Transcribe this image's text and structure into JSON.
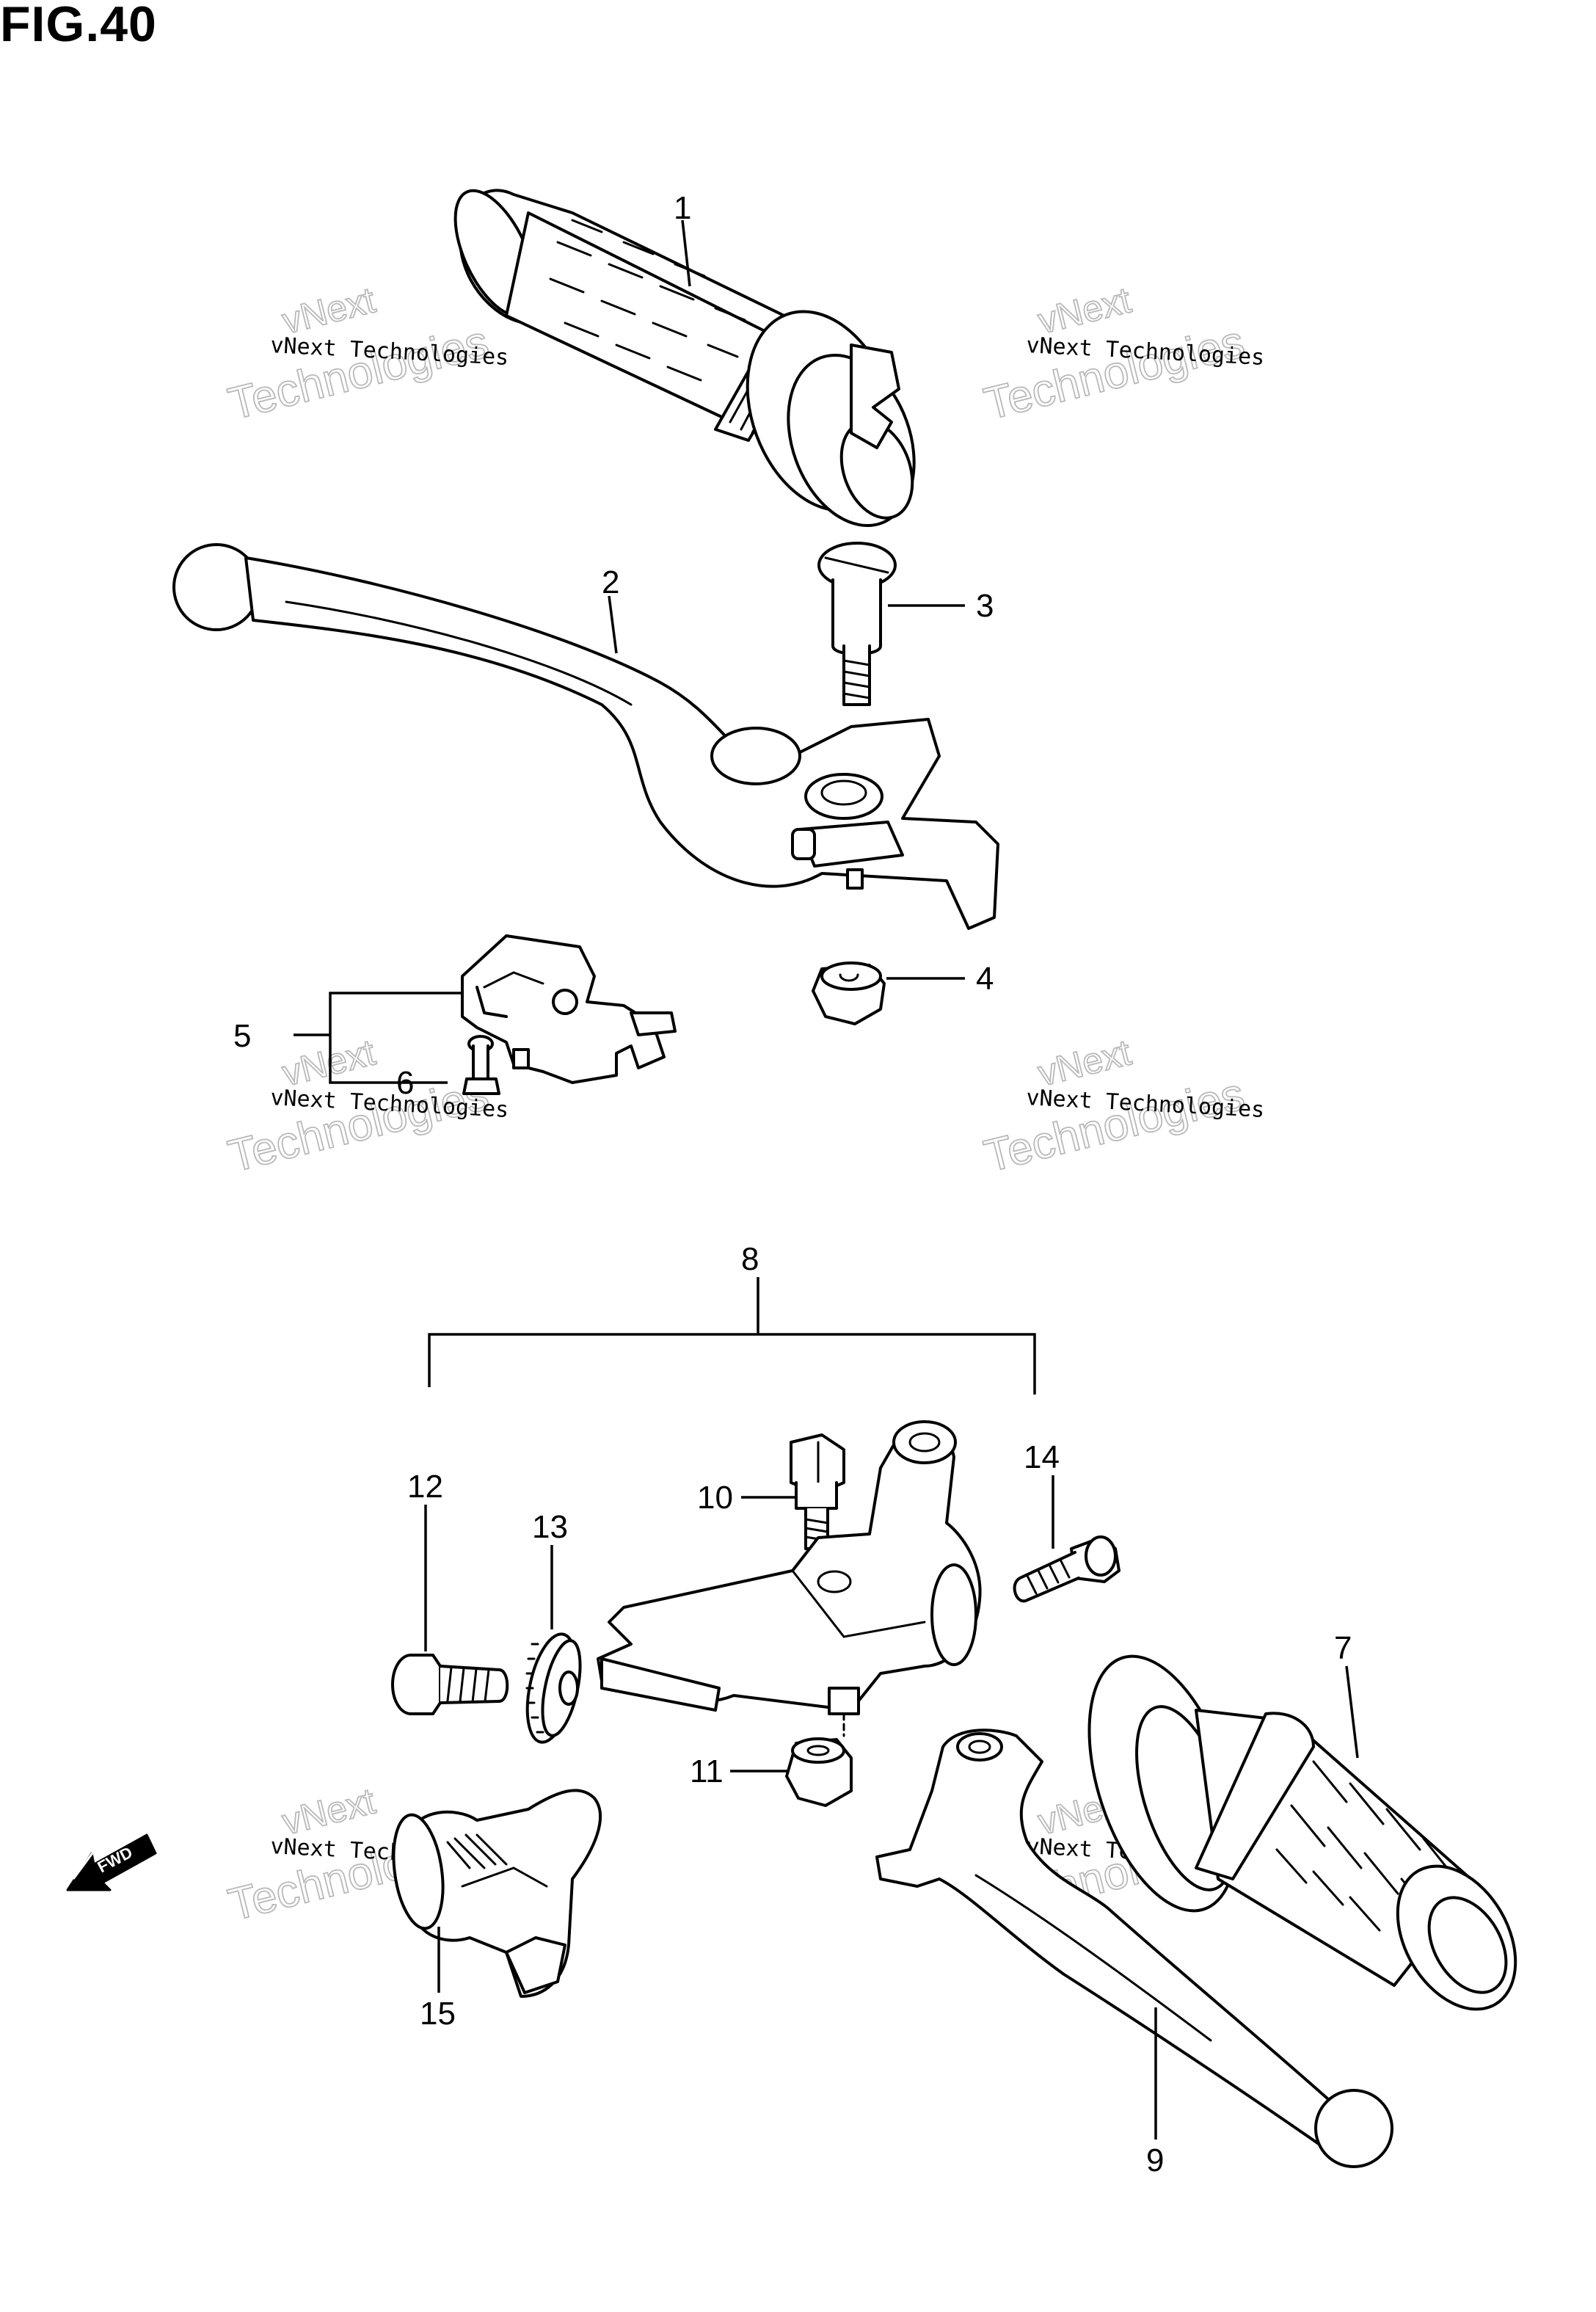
{
  "figure": {
    "title": "FIG.40"
  },
  "callouts": [
    {
      "id": "1",
      "label": "1"
    },
    {
      "id": "2",
      "label": "2"
    },
    {
      "id": "3",
      "label": "3"
    },
    {
      "id": "4",
      "label": "4"
    },
    {
      "id": "5",
      "label": "5"
    },
    {
      "id": "6",
      "label": "6"
    },
    {
      "id": "7",
      "label": "7"
    },
    {
      "id": "8",
      "label": "8"
    },
    {
      "id": "9",
      "label": "9"
    },
    {
      "id": "10",
      "label": "10"
    },
    {
      "id": "11",
      "label": "11"
    },
    {
      "id": "12",
      "label": "12"
    },
    {
      "id": "13",
      "label": "13"
    },
    {
      "id": "14",
      "label": "14"
    },
    {
      "id": "15",
      "label": "15"
    }
  ],
  "watermark": {
    "line": "vNext Technologies",
    "word_top": "vNext",
    "word_bottom": "Technologies"
  },
  "direction_marker": {
    "label": "FWD",
    "icon": "fwd-arrow-icon"
  }
}
